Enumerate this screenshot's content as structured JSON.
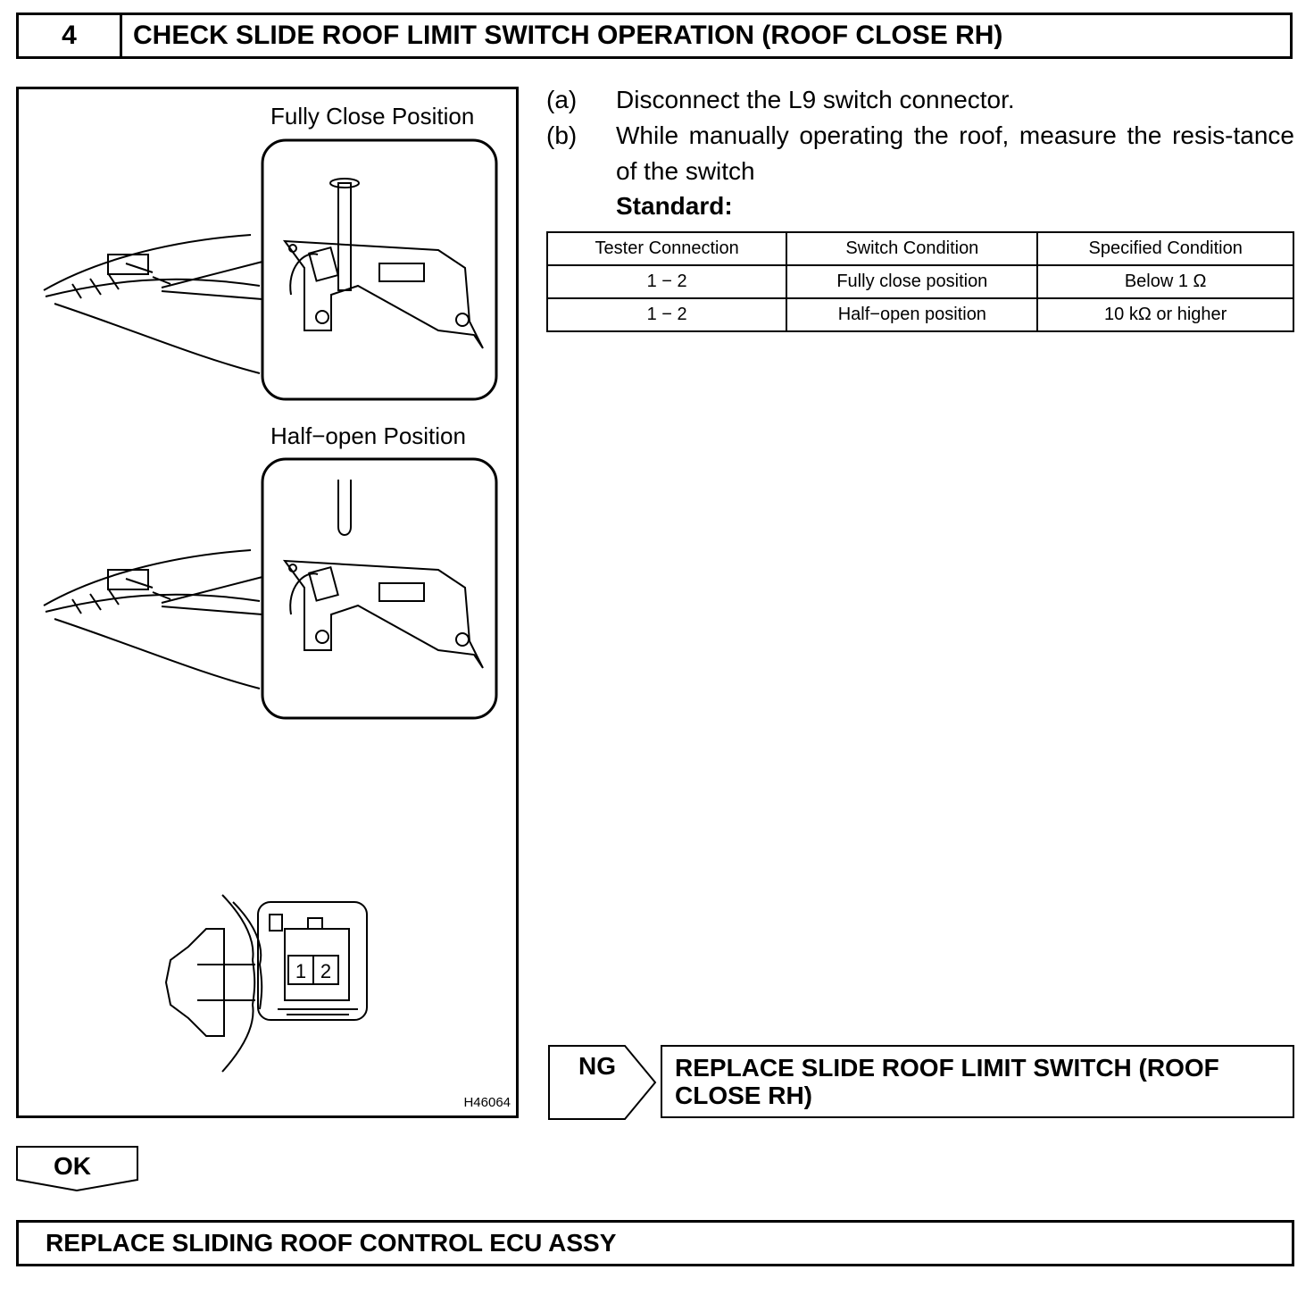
{
  "header": {
    "step_number": "4",
    "title": "CHECK SLIDE ROOF LIMIT SWITCH OPERATION (ROOF CLOSE RH)"
  },
  "figure": {
    "label_fully_close": "Fully Close Position",
    "label_half_open": "Half−open Position",
    "connector_pin_1": "1",
    "connector_pin_2": "2",
    "figure_code": "H46064"
  },
  "instructions": [
    {
      "letter": "(a)",
      "text": "Disconnect the L9 switch connector."
    },
    {
      "letter": "(b)",
      "text": "While manually operating the roof, measure the resis-tance of the switch"
    }
  ],
  "standard_label": "Standard:",
  "spec_table": {
    "headers": [
      "Tester Connection",
      "Switch Condition",
      "Specified Condition"
    ],
    "rows": [
      [
        "1 − 2",
        "Fully close position",
        "Below 1 Ω"
      ],
      [
        "1 − 2",
        "Half−open position",
        "10 kΩ or higher"
      ]
    ]
  },
  "ng": {
    "label": "NG",
    "result": "REPLACE SLIDE ROOF LIMIT SWITCH (ROOF CLOSE RH)"
  },
  "ok": {
    "label": "OK",
    "result": "REPLACE SLIDING ROOF CONTROL ECU ASSY"
  }
}
